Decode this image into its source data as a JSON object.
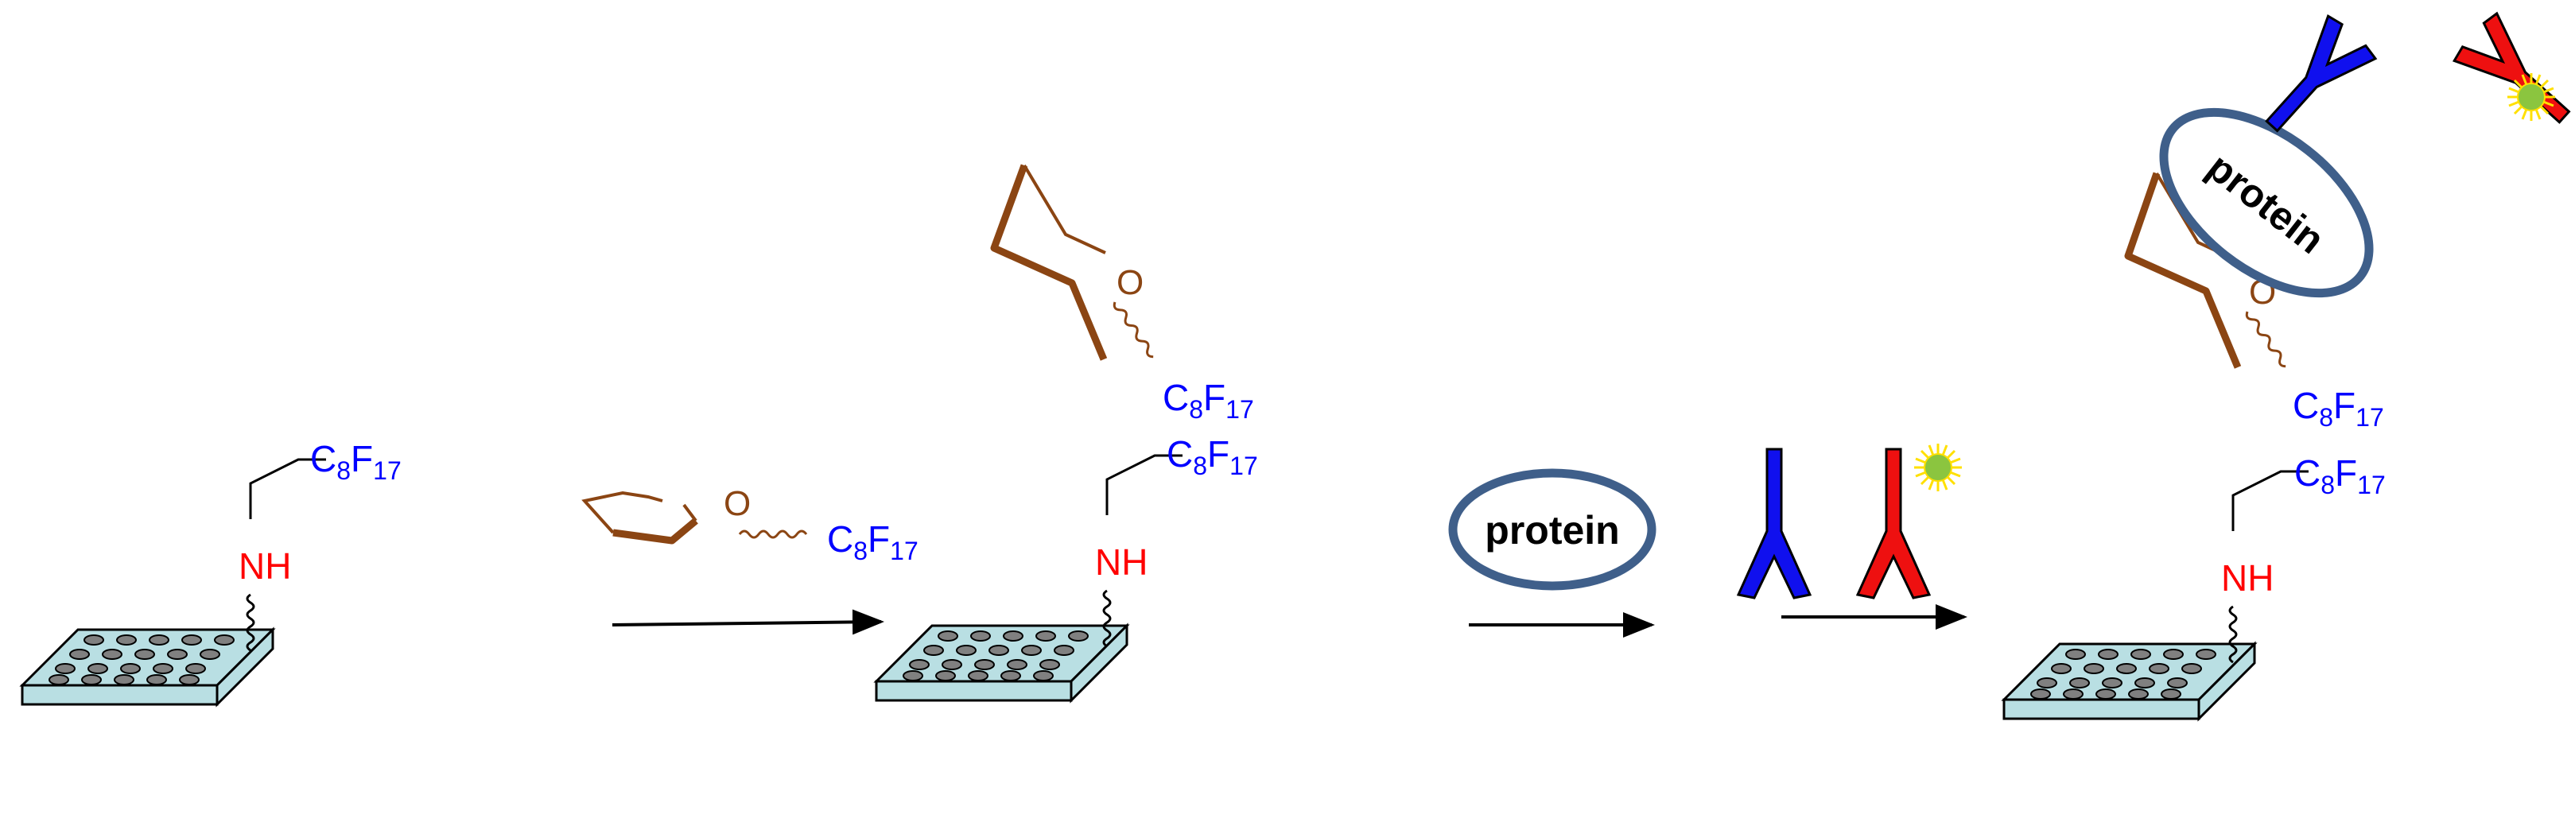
{
  "labels": {
    "amine": "NH",
    "ring_oxygen": "O",
    "fluorous_tag": {
      "base": "C",
      "sub1": "8",
      "mid": "F",
      "sub2": "17"
    },
    "protein": "protein"
  },
  "colors": {
    "plate_fill": "#B9DFE3",
    "well_fill": "#808080",
    "amine": "#ff0000",
    "fluorous": "#0000ff",
    "sugar": "#8B4513",
    "protein_ring": "#3F5F8A",
    "antibody_primary": "#1010ee",
    "antibody_secondary": "#ee1010",
    "fluorophore": "#8BC53F",
    "fluorophore_glow": "#FFE000"
  }
}
